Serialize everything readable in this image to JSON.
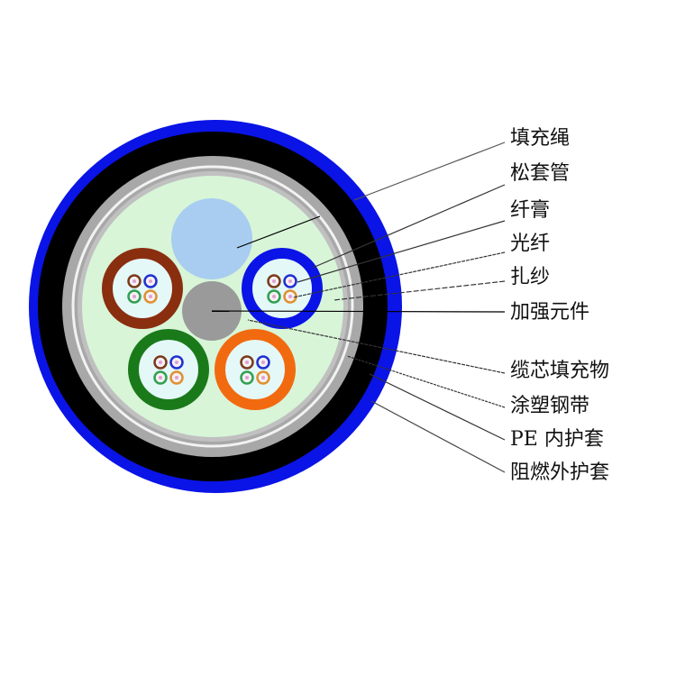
{
  "colors": {
    "outer_sheath": "#0a14e6",
    "inner_sheath": "#000000",
    "steel_tape": "#a8a8a8",
    "core_filler": "#d8f5d8",
    "filler_rope": "#a8cdf0",
    "strength_member": "#9a9a9a",
    "tube_colors": [
      "#8a2e10",
      "#0a14e6",
      "#1a7a1a",
      "#f26a10"
    ],
    "fiber_colors": [
      "#7a3a1a",
      "#2030d0",
      "#30a050",
      "#e09030"
    ]
  },
  "labels": [
    {
      "text": "填充绳"
    },
    {
      "text": "松套管"
    },
    {
      "text": "纤膏"
    },
    {
      "text": "光纤"
    },
    {
      "text": "扎纱"
    },
    {
      "text": "加强元件"
    },
    {
      "text": "缆芯填充物"
    },
    {
      "text": "涂塑钢带"
    },
    {
      "text": "PE 内护套"
    },
    {
      "text": "阻燃外护套"
    }
  ]
}
